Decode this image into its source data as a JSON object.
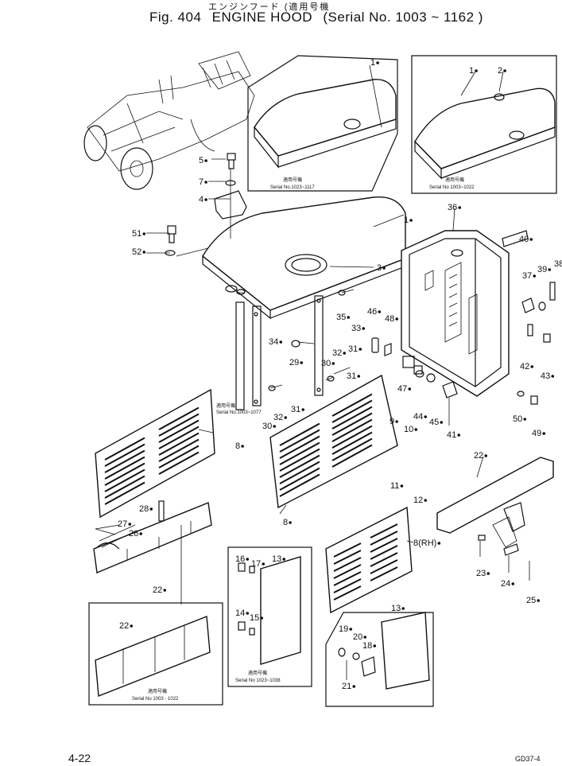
{
  "header": {
    "japanese": "エンジンフード (適用号機",
    "figure": "Fig. 404",
    "title": "ENGINE HOOD",
    "serial": "(Serial No. 1003 ~ 1162 )"
  },
  "footer": {
    "page": "4-22",
    "code": "GD37-4"
  },
  "insets": {
    "hood_a_note": "適用号機",
    "hood_a_serial": "Serial No.1023~1117",
    "hood_b_note": "適用号機",
    "hood_b_serial": "Serial No 1003~1022",
    "grille_note": "適用号機",
    "grille_serial": "Serial No.1003~1077",
    "plate_note": "適用号機",
    "plate_serial": "Serial No 1023~1038",
    "skirt_note": "適用号機",
    "skirt_serial": "Serial No 1003 - 1022"
  },
  "callouts": {
    "c1": "1",
    "c2": "2",
    "c3": "3",
    "c4": "4",
    "c5": "5",
    "c7": "7",
    "c8": "8",
    "c8b": "8",
    "c8rh": "8(RH)",
    "c9": "9",
    "c10": "10",
    "c11": "11",
    "c12": "12",
    "c13": "13",
    "c13b": "13",
    "c14": "14",
    "c15": "15",
    "c16": "16",
    "c17": "17",
    "c18": "18",
    "c19": "19",
    "c20": "20",
    "c21": "21",
    "c22": "22",
    "c22b": "22",
    "c22c": "22",
    "c23": "23",
    "c24": "24",
    "c25": "25",
    "c26": "26",
    "c27": "27",
    "c28": "28",
    "c29": "29",
    "c30": "30",
    "c30b": "30",
    "c31": "31",
    "c31b": "31",
    "c32": "32",
    "c32b": "32",
    "c33": "33",
    "c34": "34",
    "c35": "35",
    "c36": "36",
    "c37": "37",
    "c38": "38",
    "c39": "39",
    "c40": "40",
    "c41": "41",
    "c42": "42",
    "c43": "43",
    "c44": "44",
    "c45": "45",
    "c46": "46",
    "c47": "47",
    "c48": "48",
    "c49": "49",
    "c50": "50",
    "c51": "51",
    "c52": "52",
    "c1a": "1",
    "c1b": "1"
  }
}
